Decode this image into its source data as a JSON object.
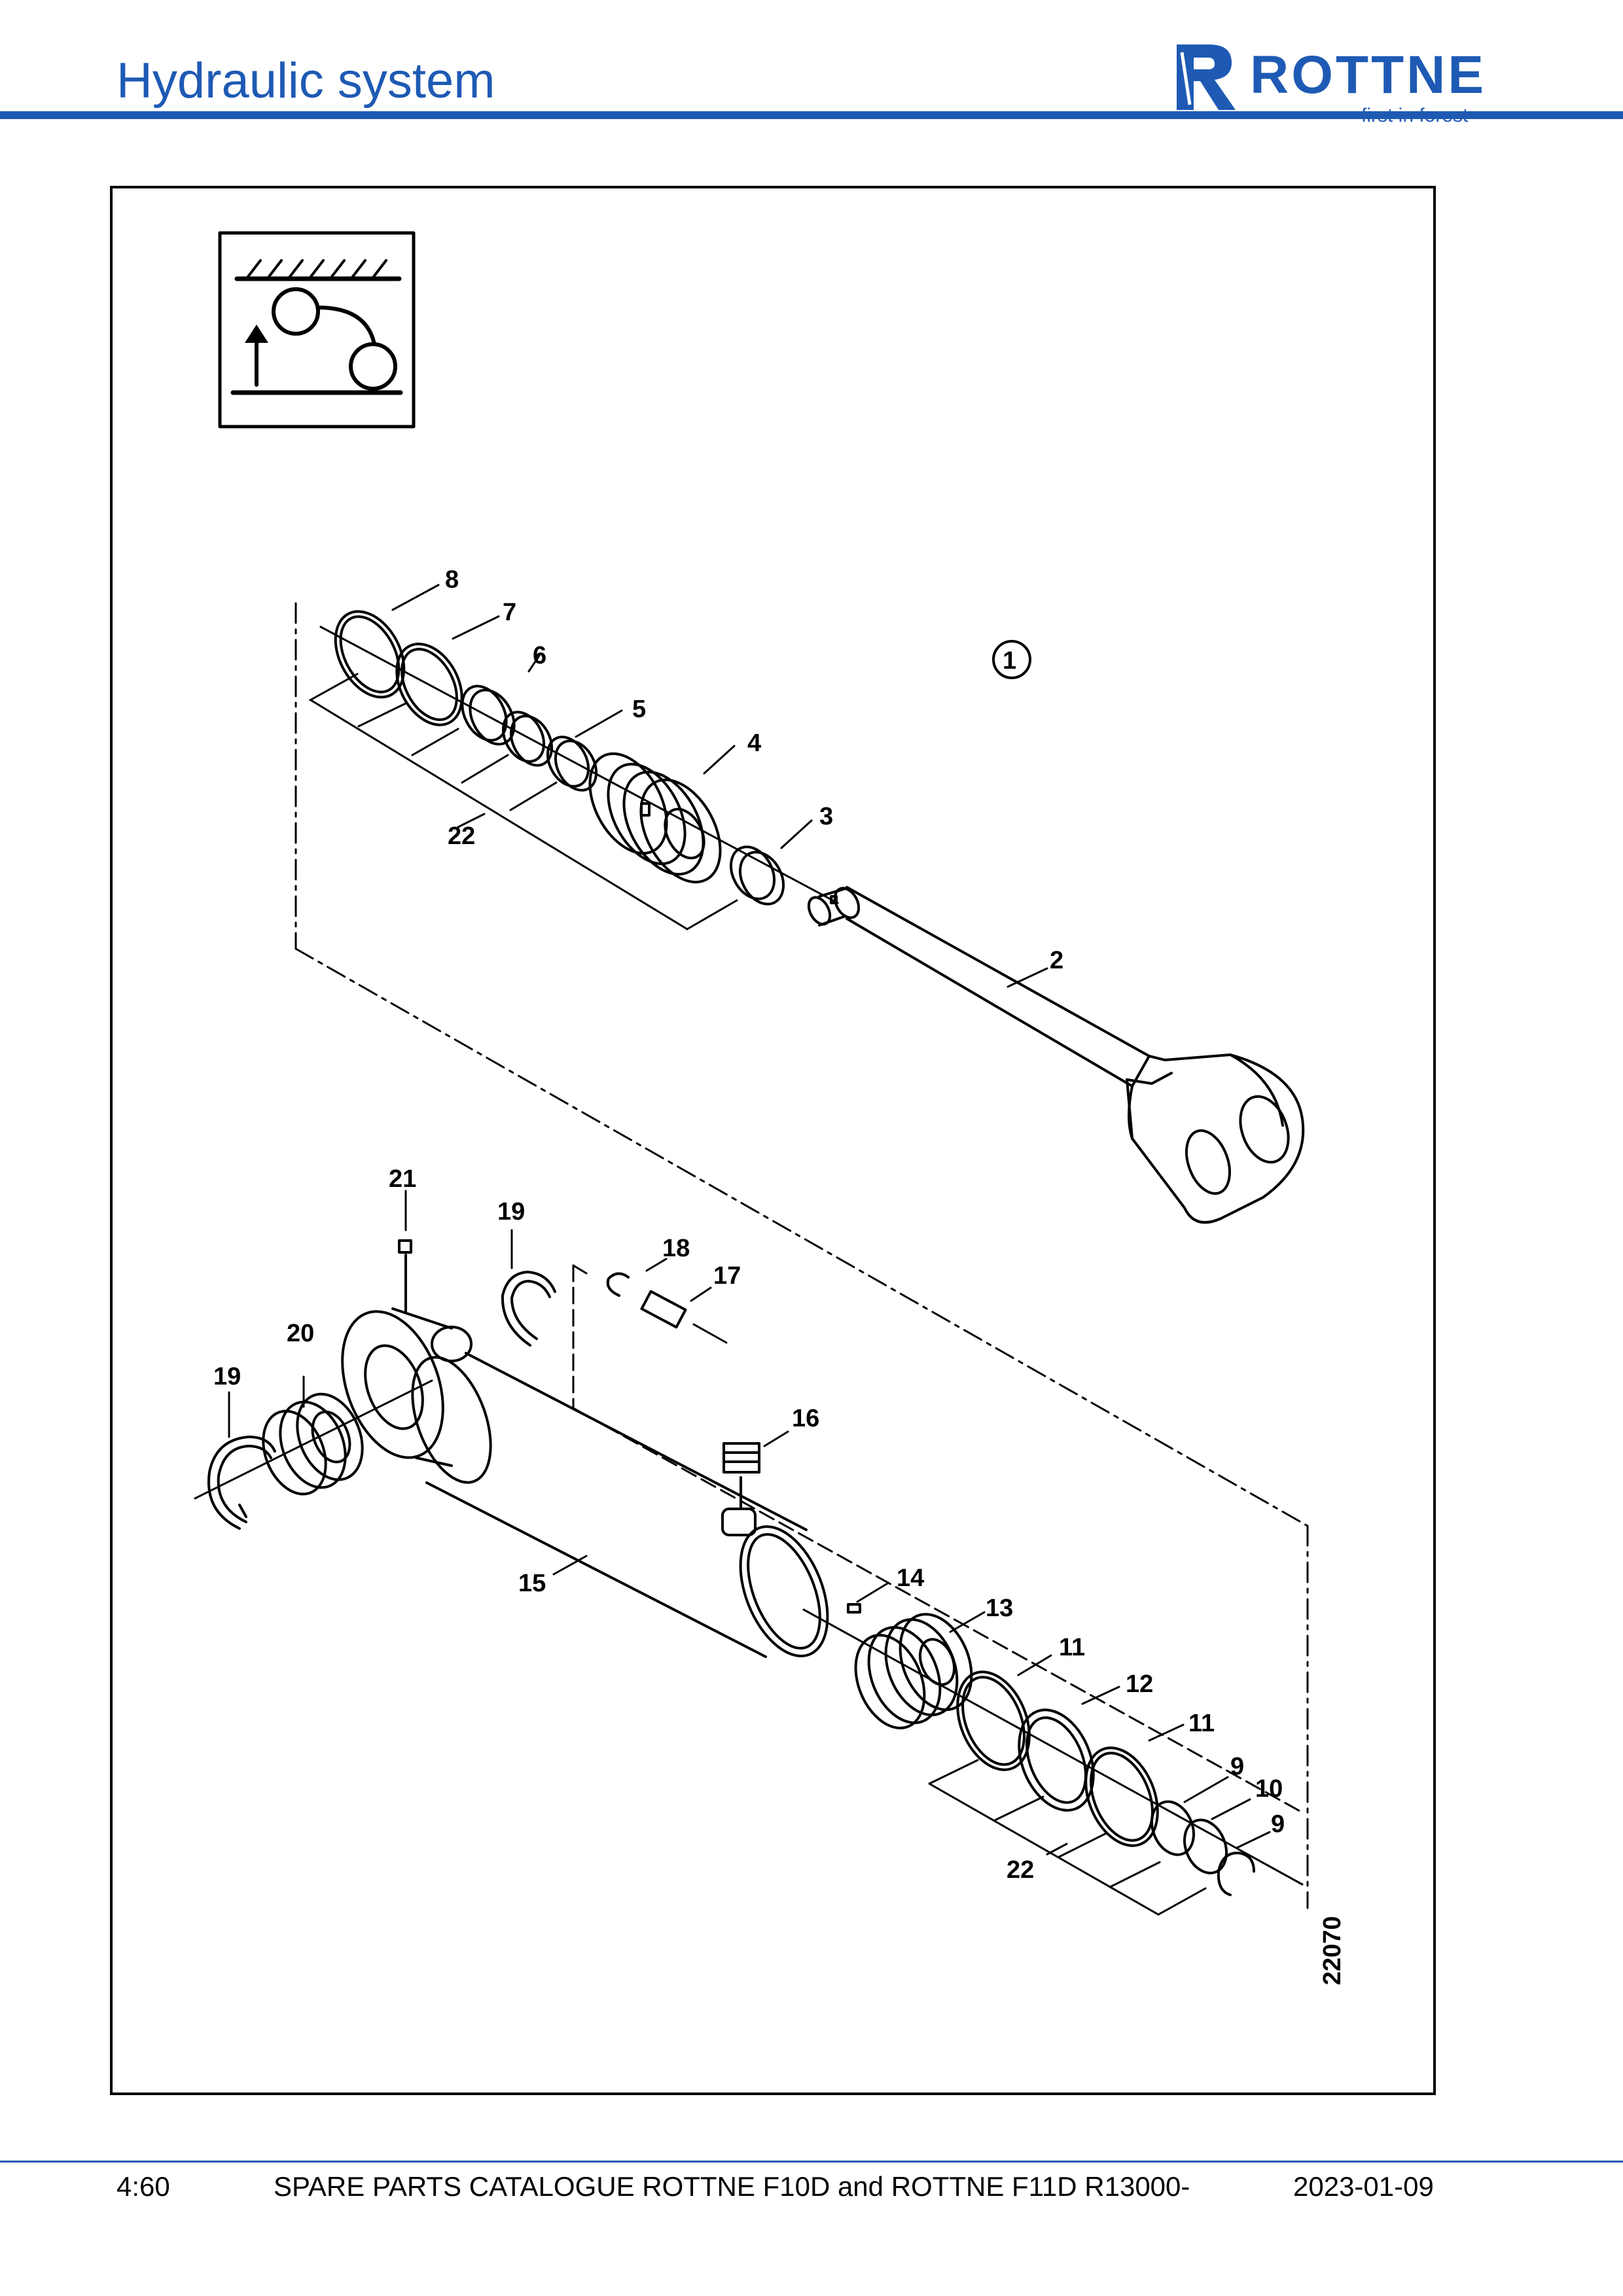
{
  "header": {
    "title": "Hydraulic system",
    "logo_word": "ROTTNE",
    "logo_tagline": "first in forest",
    "brand_color": "#1e5ab4"
  },
  "diagram": {
    "icon": "boom-lift-icon",
    "assembly_ref": "1",
    "callouts": [
      "8",
      "7",
      "6",
      "5",
      "4",
      "3",
      "22",
      "2",
      "21",
      "19",
      "18",
      "17",
      "20",
      "19",
      "16",
      "15",
      "14",
      "13",
      "11",
      "12",
      "11",
      "9",
      "10",
      "9",
      "22"
    ],
    "drawing_number": "22070"
  },
  "footer": {
    "page": "4:60",
    "catalogue": "SPARE PARTS CATALOGUE ROTTNE F10D and ROTTNE F11D R13000-",
    "date": "2023-01-09"
  }
}
